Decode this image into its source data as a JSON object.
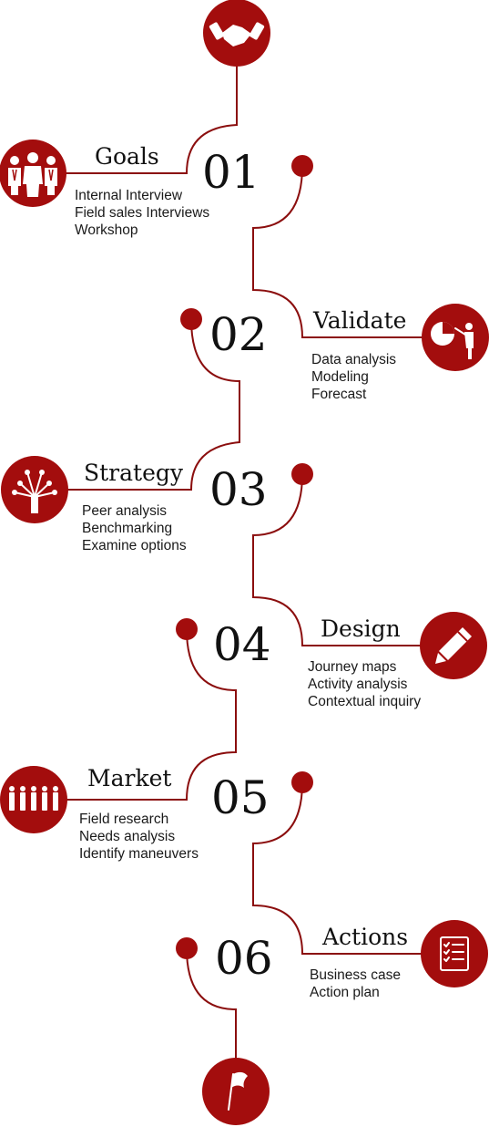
{
  "colors": {
    "accent": "#a30d0d",
    "line": "#8b0e0e",
    "text": "#111111"
  },
  "start_icon": "handshake-icon",
  "end_icon": "flag-icon",
  "steps": [
    {
      "number": "01",
      "title": "Goals",
      "icon": "team-icon",
      "items": [
        "Internal Interview",
        "Field sales Interviews",
        "Workshop"
      ]
    },
    {
      "number": "02",
      "title": "Validate",
      "icon": "presentation-icon",
      "items": [
        "Data analysis",
        "Modeling",
        "Forecast"
      ]
    },
    {
      "number": "03",
      "title": "Strategy",
      "icon": "strategy-network-icon",
      "items": [
        "Peer analysis",
        "Benchmarking",
        "Examine options"
      ]
    },
    {
      "number": "04",
      "title": "Design",
      "icon": "pencil-icon",
      "items": [
        "Journey maps",
        "Activity analysis",
        "Contextual inquiry"
      ]
    },
    {
      "number": "05",
      "title": "Market",
      "icon": "crowd-icon",
      "items": [
        "Field research",
        "Needs analysis",
        "Identify maneuvers"
      ]
    },
    {
      "number": "06",
      "title": "Actions",
      "icon": "checklist-icon",
      "items": [
        "Business case",
        "Action plan"
      ]
    }
  ]
}
